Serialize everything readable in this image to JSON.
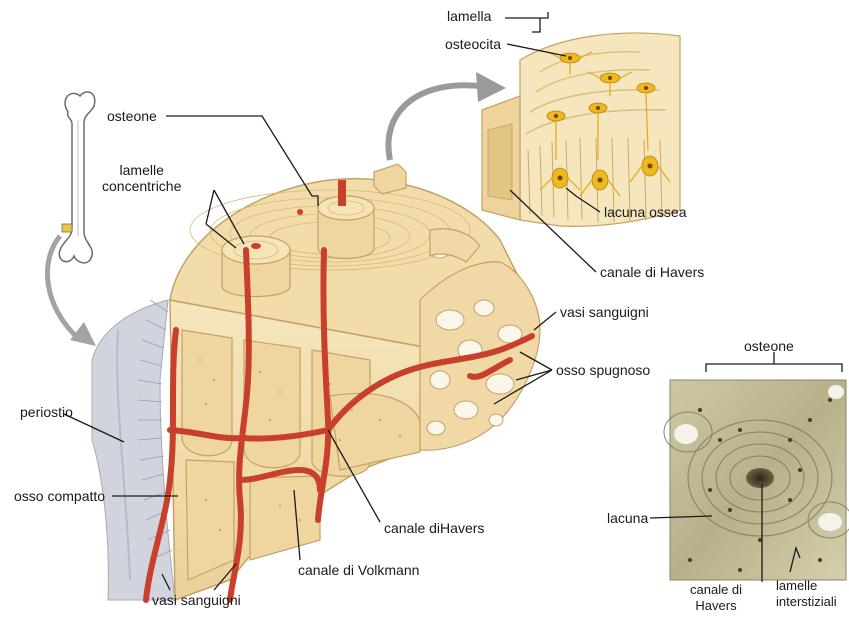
{
  "labels": {
    "lamella": "lamella",
    "osteocita": "osteocita",
    "osteone_top": "osteone",
    "lamelle_concentriche_1": "lamelle",
    "lamelle_concentriche_2": "concentriche",
    "lacuna_ossea": "lacuna ossea",
    "canale_di_havers_top": "canale di Havers",
    "vasi_sanguigni_right": "vasi sanguigni",
    "osso_spugnoso": "osso spugnoso",
    "periostio": "periostio",
    "osso_compatto": "osso compatto",
    "canale_dihavers_bottom": "canale diHavers",
    "canale_di_volkmann": "canale di Volkmann",
    "vasi_sanguigni_bottom": "vasi sanguigni",
    "osteone_micro": "osteone",
    "lacuna_micro": "lacuna",
    "canale_di_havers_micro_1": "canale di",
    "canale_di_havers_micro_2": "Havers",
    "lamelle_interstiziali_1": "lamelle",
    "lamelle_interstiziali_2": "interstiziali"
  },
  "colors": {
    "bone": "#f3dfae",
    "bone_dark": "#d9bd7c",
    "bone_edge": "#c4a265",
    "vessel": "#c8402b",
    "periosteum": "#c9cbd6",
    "arrow": "#9e9e9e",
    "osteocyte": "#f0b820",
    "micrograph": "#c9c3a0"
  }
}
